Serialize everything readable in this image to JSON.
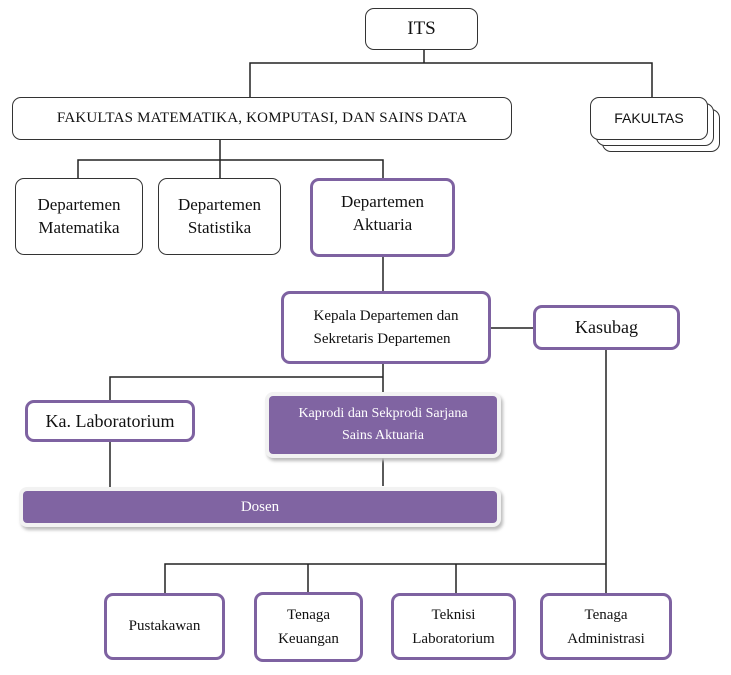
{
  "colors": {
    "accent": "#8064a2",
    "line": "#222222"
  },
  "nodes": {
    "its": "ITS",
    "fmksd": "FAKULTAS MATEMATIKA, KOMPUTASI, DAN SAINS DATA",
    "fakultas": "FAKULTAS",
    "dept_mat": [
      "Departemen",
      "Matematika"
    ],
    "dept_stat": [
      "Departemen",
      "Statistika"
    ],
    "dept_akt": [
      "Departemen",
      "Aktuaria"
    ],
    "kepala": [
      "Kepala Departemen dan",
      "Sekretaris Departemen"
    ],
    "kasubag": "Kasubag",
    "ka_lab": "Ka. Laboratorium",
    "kaprodi": [
      "Kaprodi dan Sekprodi Sarjana",
      "Sains Aktuaria"
    ],
    "dosen": "Dosen",
    "pustakawan": "Pustakawan",
    "keuangan": [
      "Tenaga",
      "Keuangan"
    ],
    "teknisi": [
      "Teknisi",
      "Laboratorium"
    ],
    "admin": [
      "Tenaga",
      "Administrasi"
    ]
  }
}
